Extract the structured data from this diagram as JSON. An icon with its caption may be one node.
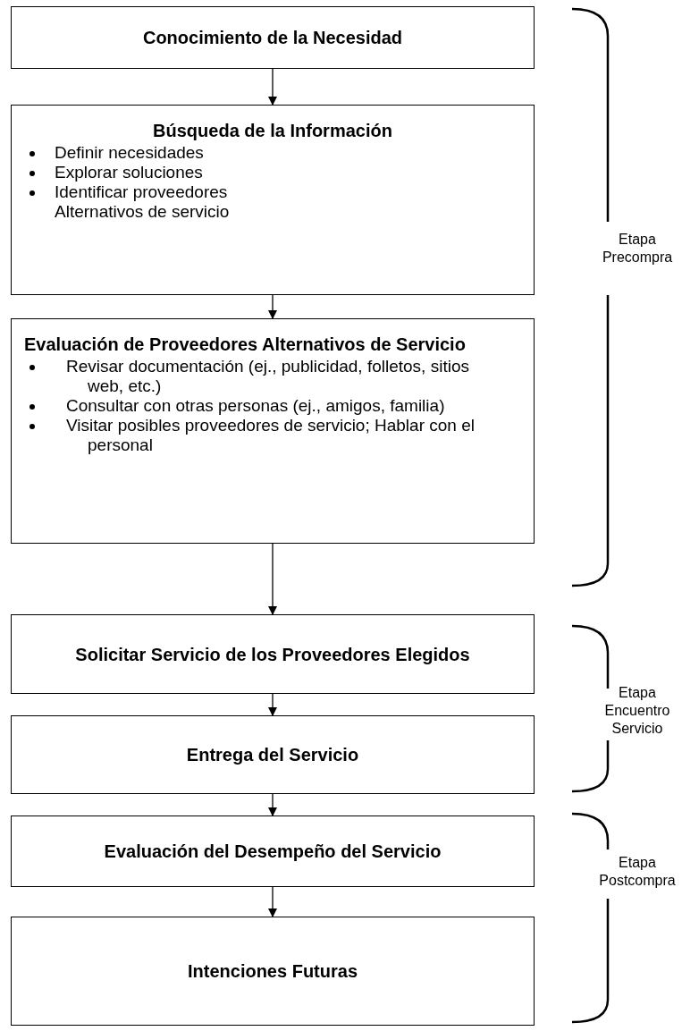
{
  "diagram": {
    "nodes": [
      {
        "text": [
          "Conocimiento de la Necesidad"
        ]
      },
      {
        "text": [
          "Búsqueda de la Información",
          "Definir necesidades",
          "Explorar soluciones",
          "Identificar proveedores Alternativos de servicio"
        ]
      },
      {
        "text": [
          "Evaluación de Proveedores Alternativos de Servicio",
          "Revisar documentación (ej.,  publicidad, folletos, sitios web, etc.)",
          "Consultar con otras personas (ej., amigos, familia)",
          "Visitar posibles proveedores de servicio; Hablar con el personal"
        ]
      },
      {
        "text": [
          "Solicitar Servicio de los Proveedores Elegidos"
        ]
      },
      {
        "text": [
          "Entrega del Servicio"
        ]
      },
      {
        "text": [
          "Evaluación del Desempeño del Servicio"
        ]
      },
      {
        "text": [
          "Intenciones Futuras"
        ]
      }
    ],
    "edges": [
      {
        "from": 0,
        "to": 1,
        "arrow": "to"
      },
      {
        "from": 1,
        "to": 2,
        "arrow": "to"
      },
      {
        "from": 2,
        "to": 3,
        "arrow": "to"
      },
      {
        "from": 3,
        "to": 4,
        "arrow": "to"
      },
      {
        "from": 4,
        "to": 5,
        "arrow": "to"
      },
      {
        "from": 5,
        "to": 6,
        "arrow": "to"
      }
    ],
    "labels": [
      "Etapa Precompra",
      "Etapa Encuentro Servicio",
      "Etapa Postcompra"
    ]
  }
}
